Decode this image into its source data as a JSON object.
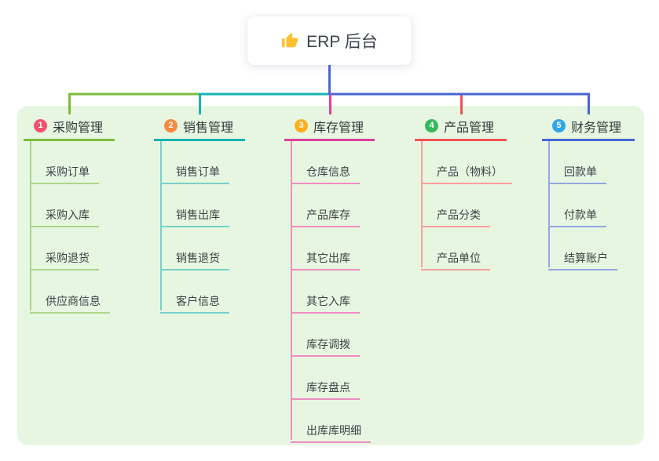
{
  "root": {
    "title": "ERP 后台",
    "icon": "thumbs-up-icon",
    "icon_color": "#fcc02e",
    "text_color": "#3c424e"
  },
  "canvas": {
    "panel_color": "#e7f6e1",
    "root_stub_color": "#5066d2"
  },
  "text_colors": {
    "branch_title": "#35383d",
    "item": "#3e4247"
  },
  "branches": [
    {
      "index": "1",
      "title": "采购管理",
      "badge_color": "#f4516c",
      "line_color": "#7cbb3c",
      "line_light": "#abd688",
      "items": [
        "采购订单",
        "采购入库",
        "采购退货",
        "供应商信息"
      ]
    },
    {
      "index": "2",
      "title": "销售管理",
      "badge_color": "#fb8a3e",
      "line_color": "#16b3ae",
      "line_light": "#79d0c9",
      "items": [
        "销售订单",
        "销售出库",
        "销售退货",
        "客户信息"
      ]
    },
    {
      "index": "3",
      "title": "库存管理",
      "badge_color": "#fbaf1f",
      "line_color": "#dd3f9e",
      "line_light": "#f08cc1",
      "items": [
        "仓库信息",
        "产品库存",
        "其它出库",
        "其它入库",
        "库存调拨",
        "库存盘点",
        "出库库明细"
      ]
    },
    {
      "index": "4",
      "title": "产品管理",
      "badge_color": "#36b95d",
      "line_color": "#f15352",
      "line_light": "#f8a09b",
      "items": [
        "产品（物料）",
        "产品分类",
        "产品单位"
      ]
    },
    {
      "index": "5",
      "title": "财务管理",
      "badge_color": "#2ea6e9",
      "line_color": "#4566d5",
      "line_light": "#92a6e4",
      "items": [
        "回款单",
        "付款单",
        "结算账户"
      ]
    }
  ]
}
